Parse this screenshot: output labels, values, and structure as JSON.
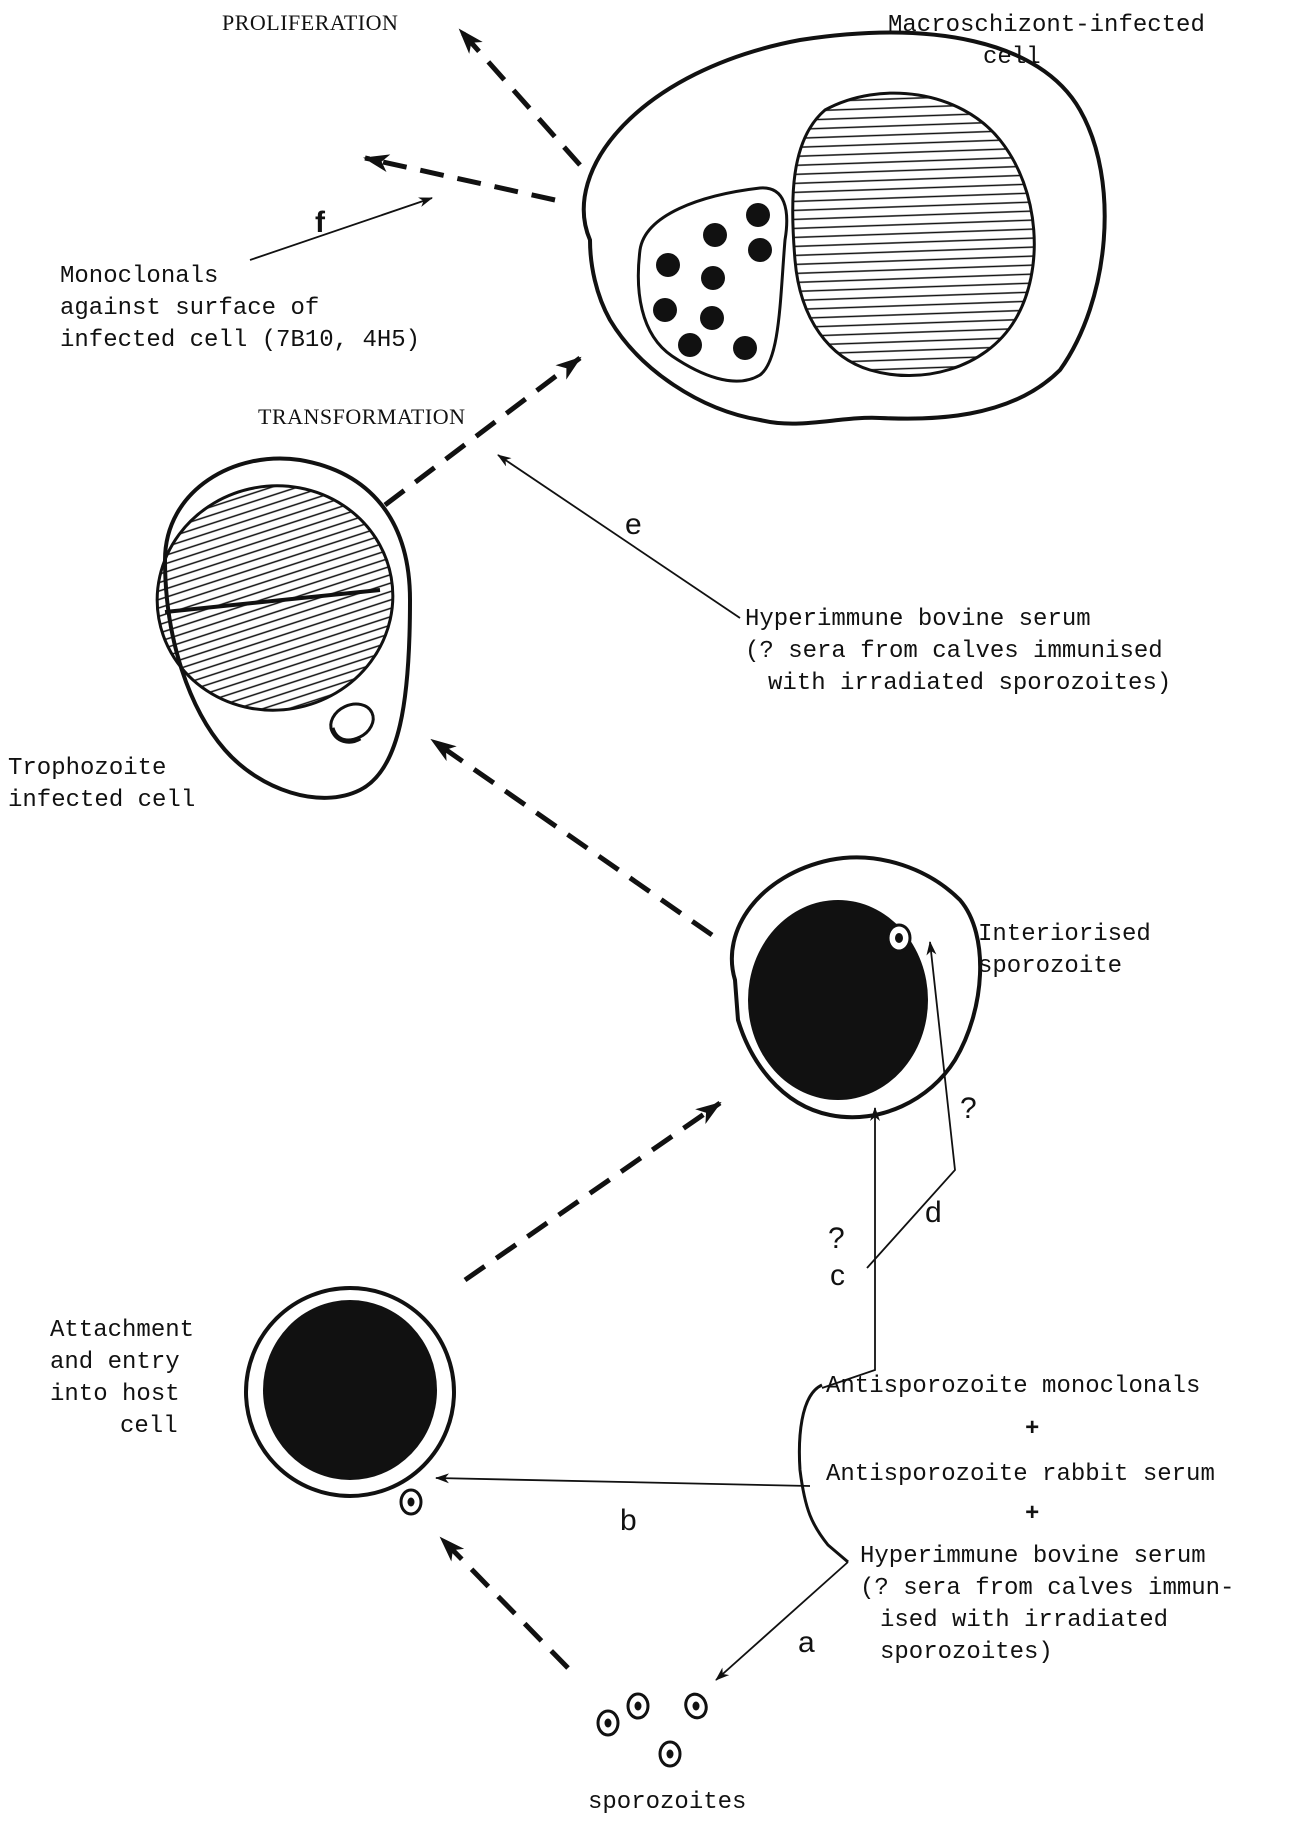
{
  "labels": {
    "proliferation": "PROLIFERATION",
    "macroschizont_line1": "Macroschizont-infected",
    "macroschizont_line2": "cell",
    "monoclonals_line1": "Monoclonals",
    "monoclonals_line2": "against surface of",
    "monoclonals_line3": "infected cell (7B10, 4H5)",
    "transformation": "TRANSFORMATION",
    "hyperimmune_line1": "Hyperimmune bovine serum",
    "hyperimmune_line2": "(? sera from calves immunised",
    "hyperimmune_line3": "with irradiated sporozoites)",
    "trophozoite_line1": "Trophozoite",
    "trophozoite_line2": "infected cell",
    "interiorised_line1": "Interiorised",
    "interiorised_line2": "sporozoite",
    "attachment_line1": "Attachment",
    "attachment_line2": "and entry",
    "attachment_line3": "into host",
    "attachment_line4": "cell",
    "antisporozoite_mono": "Antisporozoite monoclonals",
    "plus1": "+",
    "antisporozoite_rabbit": "Antisporozoite rabbit serum",
    "plus2": "+",
    "hyper2_line1": "Hyperimmune bovine serum",
    "hyper2_line2": "(? sera from calves immun-",
    "hyper2_line3": "ised with irradiated",
    "hyper2_line4": "sporozoites)",
    "sporozoites": "sporozoites"
  },
  "letters": {
    "a": "a",
    "b": "b",
    "c": "c",
    "d": "d",
    "e": "e",
    "f": "f",
    "q_c": "?",
    "q_d": "?"
  }
}
